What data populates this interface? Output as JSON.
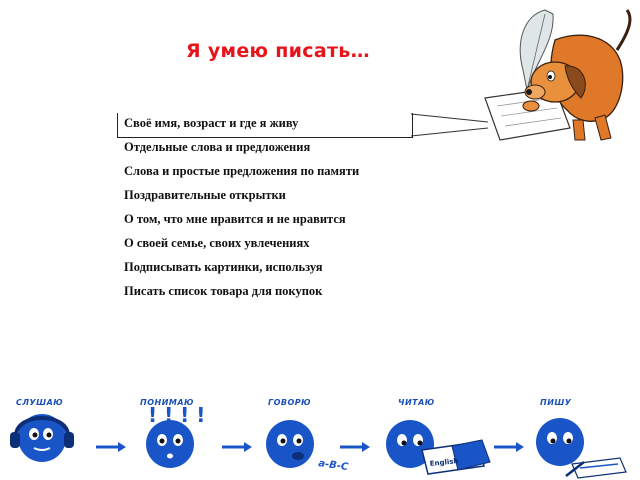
{
  "title": "Я умею писать…",
  "items": [
    "Своё имя, возраст и где я живу",
    "Отдельные слова и предложения",
    "Слова и простые предложения по памяти",
    "Поздравительные открытки",
    "О том, что мне нравится и не нравится",
    "О своей семье, своих увлечениях",
    "Подписывать картинки, используя",
    "Писать список товара для покупок"
  ],
  "steps": [
    "слушаю",
    "понимаю",
    "говорю",
    "читаю",
    "пишу"
  ],
  "step_marks": {
    "exclaim": "! ! ! !",
    "abc": "a-B-C",
    "book": "English"
  },
  "colors": {
    "title": "#e8141c",
    "icon_blue": "#1a55c8",
    "dog_orange": "#e0782a"
  }
}
